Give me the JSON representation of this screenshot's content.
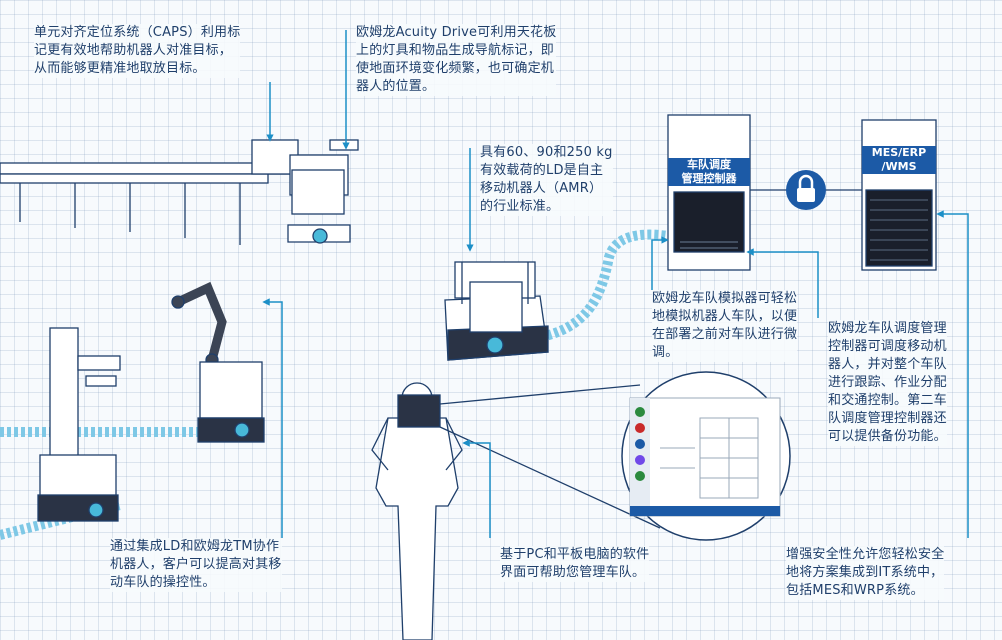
{
  "colors": {
    "accent": "#1c8fc7",
    "text": "#1f3f6b",
    "outline": "#1f3f6b",
    "badge": "#1c5aa6",
    "robot_teal": "#48b9d9",
    "dashed": "#7ec8e6"
  },
  "labels": {
    "fleet_controller": [
      "车队调度",
      "管理控制器"
    ],
    "mes_server": [
      "MES/ERP",
      "/WMS"
    ]
  },
  "callouts": {
    "caps": [
      "单元对齐定位系统（CAPS）利用标",
      "记更有效地帮助机器人对准目标，",
      "从而能够更精准地取放目标。"
    ],
    "acuity": [
      "欧姆龙Acuity Drive可利用天花板",
      "上的灯具和物品生成导航标记，即",
      "使地面环境变化频繁，也可确定机",
      "器人的位置。"
    ],
    "ld_payload": [
      "具有60、90和250 kg",
      "有效载荷的LD是自主",
      "移动机器人（AMR）",
      "的行业标准。"
    ],
    "simulator": [
      "欧姆龙车队模拟器可轻松",
      "地模拟机器人车队，以便",
      "在部署之前对车队进行微",
      "调。"
    ],
    "fleet_manager": [
      "欧姆龙车队调度管理",
      "控制器可调度移动机",
      "器人，并对整个车队",
      "进行跟踪、作业分配",
      "和交通控制。第二车",
      "队调度管理控制器还",
      "可以提供备份功能。"
    ],
    "tm_cobot": [
      "通过集成LD和欧姆龙TM协作",
      "机器人，客户可以提高对其移",
      "动车队的操控性。"
    ],
    "software": [
      "基于PC和平板电脑的软件",
      "界面可帮助您管理车队。"
    ],
    "security": [
      "增强安全性允许您轻松安全",
      "地将方案集成到IT系统中，",
      "包括MES和WRP系统。"
    ]
  }
}
